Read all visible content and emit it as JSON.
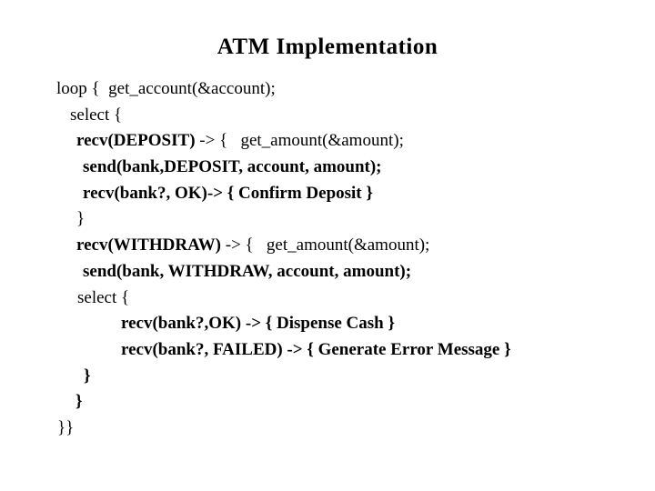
{
  "slide": {
    "title": "ATM Implementation",
    "background_color": "#ffffff",
    "text_color": "#000000"
  },
  "code": {
    "lines": [
      {
        "indent": 0,
        "segments": [
          {
            "text": "loop {  get_account(&account);",
            "bold": false
          }
        ]
      },
      {
        "indent": 15,
        "segments": [
          {
            "text": "select {",
            "bold": false
          }
        ]
      },
      {
        "indent": 22,
        "segments": [
          {
            "text": "recv(DEPOSIT)",
            "bold": true
          },
          {
            "text": " -> {   get_amount(&amount);",
            "bold": false
          }
        ]
      },
      {
        "indent": 29,
        "segments": [
          {
            "text": "send(bank,DEPOSIT, account, amount);",
            "bold": true
          }
        ]
      },
      {
        "indent": 29,
        "segments": [
          {
            "text": "recv(bank?, OK)-> { Confirm Deposit }",
            "bold": true
          }
        ]
      },
      {
        "indent": 22,
        "segments": [
          {
            "text": "}",
            "bold": false
          }
        ]
      },
      {
        "indent": 22,
        "segments": [
          {
            "text": "recv(WITHDRAW)",
            "bold": true
          },
          {
            "text": " -> {   get_amount(&amount);",
            "bold": false
          }
        ]
      },
      {
        "indent": 29,
        "segments": [
          {
            "text": "send(bank, WITHDRAW, account, amount);",
            "bold": true
          }
        ]
      },
      {
        "indent": 23,
        "segments": [
          {
            "text": "select {",
            "bold": false
          }
        ]
      },
      {
        "indent": 71,
        "segments": [
          {
            "text": "recv(bank?,OK) -> { Dispense Cash }",
            "bold": true
          }
        ]
      },
      {
        "indent": 71,
        "segments": [
          {
            "text": "recv(bank?, FAILED) -> { Generate Error Message }",
            "bold": true
          }
        ]
      },
      {
        "indent": 30,
        "segments": [
          {
            "text": "}",
            "bold": true
          }
        ]
      },
      {
        "indent": 21,
        "segments": [
          {
            "text": "}",
            "bold": true
          }
        ]
      },
      {
        "indent": 1,
        "segments": [
          {
            "text": "}}",
            "bold": false
          }
        ]
      }
    ]
  }
}
